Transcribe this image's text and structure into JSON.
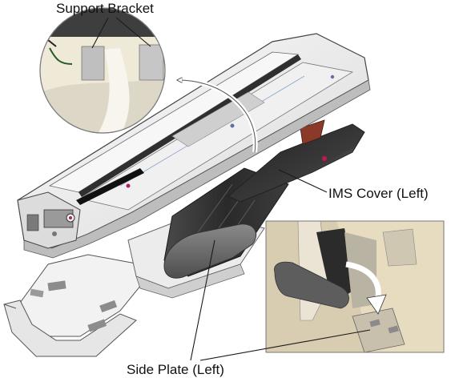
{
  "labels": {
    "support_bracket": "Support Bracket",
    "ims_cover_left": "IMS Cover (Left)",
    "side_plate_left": "Side Plate (Left)"
  },
  "colors": {
    "line": "#1a1a1a",
    "cover_white": "#f4f4f4",
    "panel_dark": "#2e2e2e",
    "pad_gray": "#6d6d6d",
    "photo_bg": "#e8dcc0"
  }
}
